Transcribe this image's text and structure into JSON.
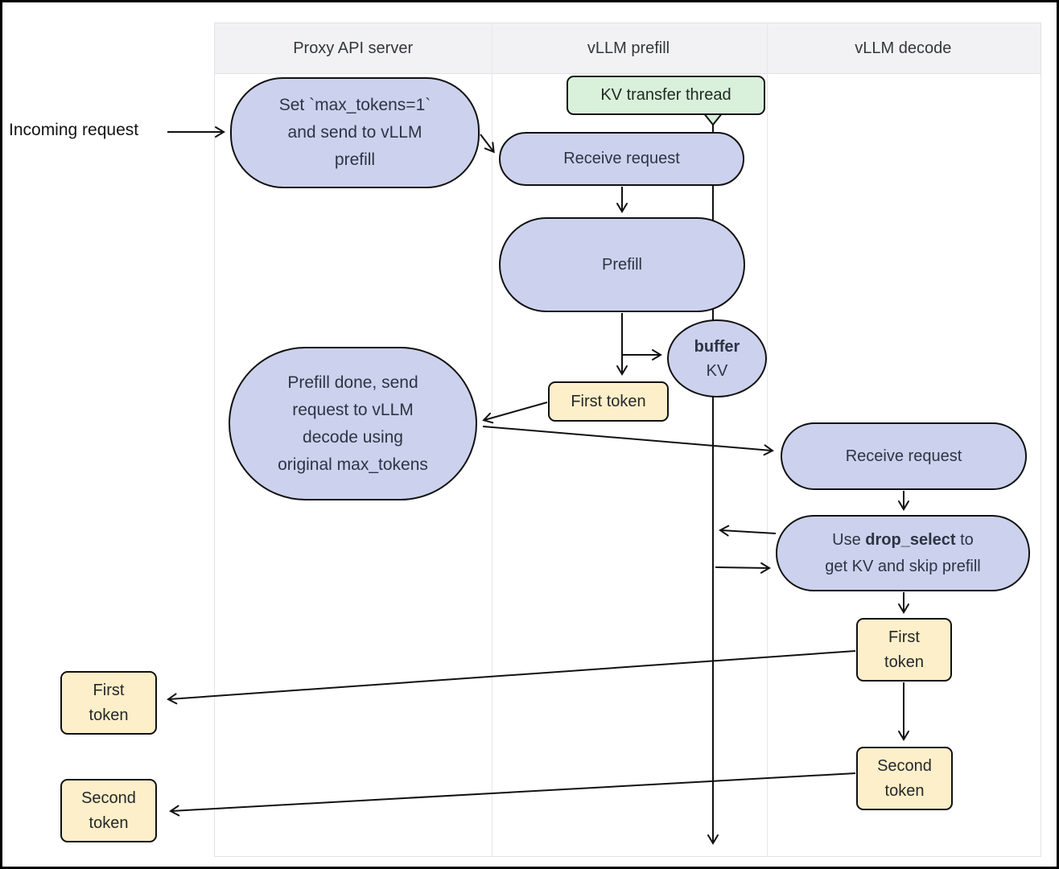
{
  "lanes": {
    "headers": [
      "Proxy API server",
      "vLLM prefill",
      "vLLM decode"
    ]
  },
  "labels": {
    "incoming_request": "Incoming request"
  },
  "nodes": {
    "set_max_tokens": {
      "lines": [
        "Set `max_tokens=1`",
        "and send to vLLM",
        "prefill"
      ]
    },
    "kv_transfer_thread": {
      "label": "KV transfer thread"
    },
    "receive_request_prefill": {
      "label": "Receive request"
    },
    "prefill": {
      "label": "Prefill"
    },
    "buffer_kv": {
      "bold": "buffer",
      "rest": "KV"
    },
    "first_token_prefill": {
      "label": "First token"
    },
    "prefill_done": {
      "lines": [
        "Prefill done, send",
        "request to vLLM",
        "decode using",
        "original max_tokens"
      ]
    },
    "receive_request_decode": {
      "label": "Receive request"
    },
    "drop_select": {
      "line1_pre": "Use ",
      "line1_bold": "drop_select",
      "line1_post": " to",
      "line2": "get KV and skip prefill"
    },
    "first_token_decode": {
      "lines": [
        "First",
        "token"
      ]
    },
    "second_token_decode": {
      "lines": [
        "Second",
        "token"
      ]
    },
    "first_token_out": {
      "lines": [
        "First",
        "token"
      ]
    },
    "second_token_out": {
      "lines": [
        "Second",
        "token"
      ]
    }
  },
  "colors": {
    "node_fill": "#ccd2ed",
    "thread_fill": "#d9f0da",
    "token_fill": "#fcefc9",
    "stroke": "#111111",
    "lane_header_bg": "#f2f2f4",
    "lane_border": "#e2e2e7"
  }
}
